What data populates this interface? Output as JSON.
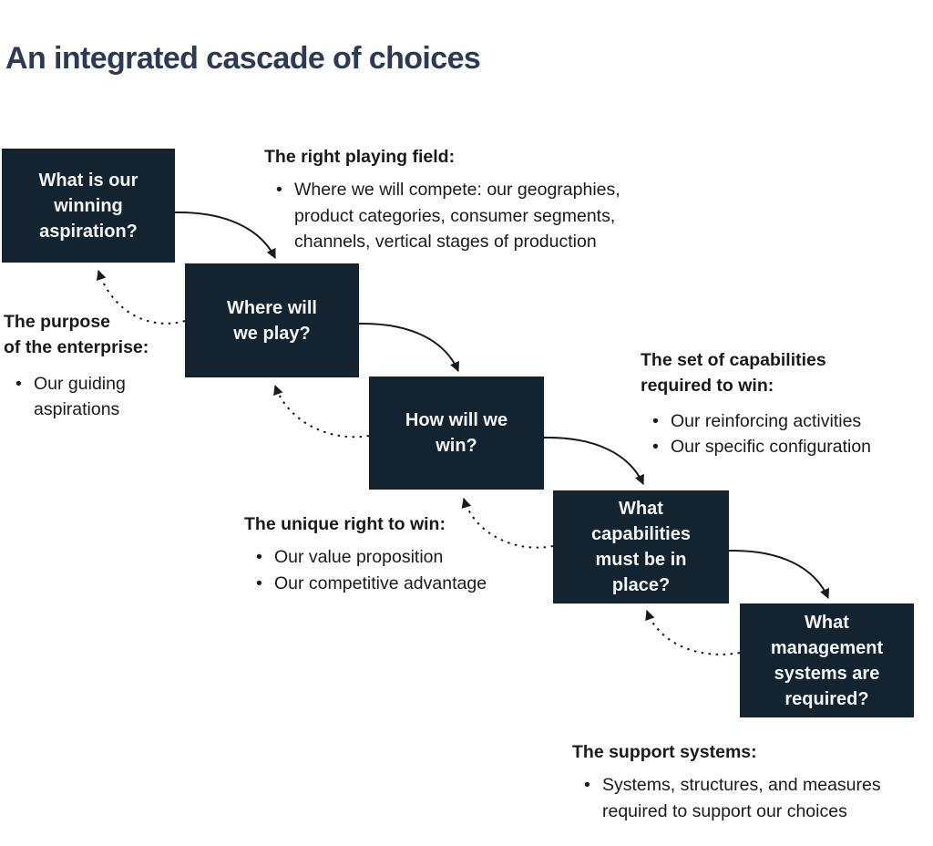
{
  "title": "An integrated cascade of choices",
  "colors": {
    "background": "#ffffff",
    "box_fill": "#132330",
    "box_text": "#f2f5f6",
    "title_text": "#2d3a56",
    "body_text": "#1a1a1a",
    "arrow": "#1a1a1a"
  },
  "cascade": {
    "boxes": [
      {
        "id": "winning-aspiration",
        "label": "What is our\nwinning\naspiration?"
      },
      {
        "id": "where-to-play",
        "label": "Where will\nwe play?"
      },
      {
        "id": "how-to-win",
        "label": "How will we\nwin?"
      },
      {
        "id": "capabilities",
        "label": "What\ncapabilities\nmust be in\nplace?"
      },
      {
        "id": "management-systems",
        "label": "What\nmanagement\nsystems are\nrequired?"
      }
    ],
    "arrows": {
      "forward_style": "solid",
      "feedback_style": "dotted"
    }
  },
  "annotations": [
    {
      "id": "right-playing-field",
      "heading": "The right playing field:",
      "bullets": [
        "Where we will compete: our geographies,\nproduct categories, consumer segments,\nchannels, vertical stages of production"
      ]
    },
    {
      "id": "purpose-of-enterprise",
      "heading": "The purpose\nof the enterprise:",
      "bullets": [
        "Our guiding\naspirations"
      ]
    },
    {
      "id": "capabilities-required",
      "heading": "The set of capabilities\nrequired to win:",
      "bullets": [
        "Our reinforcing activities",
        "Our specific configuration"
      ]
    },
    {
      "id": "unique-right-to-win",
      "heading": "The unique right to win:",
      "bullets": [
        "Our value proposition",
        "Our competitive advantage"
      ]
    },
    {
      "id": "support-systems",
      "heading": "The support systems:",
      "bullets": [
        "Systems, structures, and measures\nrequired to support our choices"
      ]
    }
  ],
  "bullet_glyph": "•"
}
